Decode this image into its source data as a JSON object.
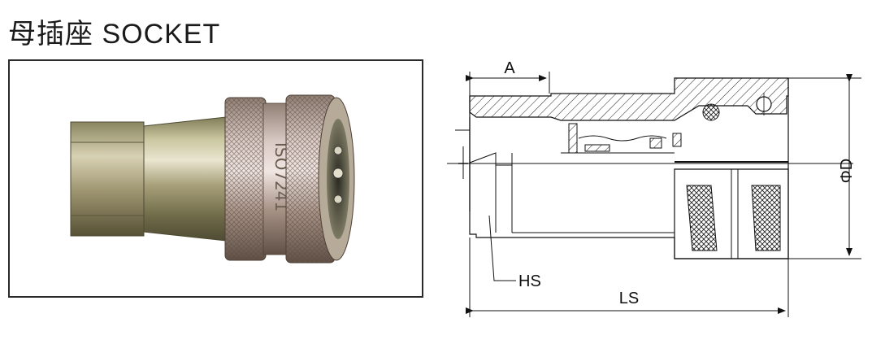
{
  "header": {
    "title": "母插座 SOCKET"
  },
  "photo": {
    "engraving": "ISO7241"
  },
  "drawing": {
    "dimensions": {
      "a": "A",
      "d": "ΦD",
      "hs": "HS",
      "ls": "LS"
    }
  }
}
